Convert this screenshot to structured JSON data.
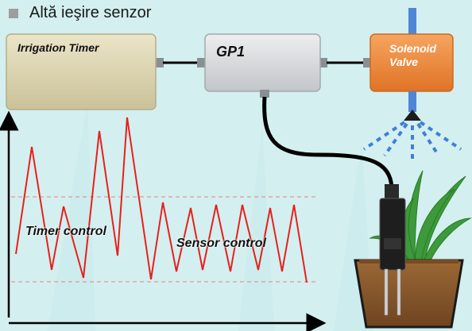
{
  "slide": {
    "bullet_text": "Altă ieşire senzor"
  },
  "devices": {
    "timer_label": "Irrigation Timer",
    "gp_label": "GP1",
    "valve_label_line1": "Solenoid",
    "valve_label_line2": "Valve"
  },
  "graph": {
    "timer_control_label": "Timer control",
    "sensor_control_label": "Sensor control",
    "colors": {
      "signal": "#e8201a",
      "threshold": "#e88080",
      "axis": "#000000"
    }
  },
  "colors": {
    "background": "#d3eff0",
    "timer_box": "#d9d1ae",
    "gp_box": "#d6d8da",
    "valve_box": "#f08a3a",
    "water": "#3f7fd8",
    "plant": "#3c9a3a",
    "soil": "#8b5a2b"
  }
}
